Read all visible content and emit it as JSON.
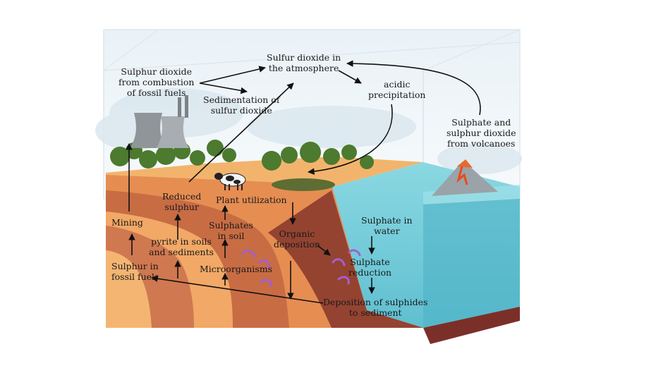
{
  "labels": {
    "sulfur_dioxide_atmosphere": "Sulfur dioxide in\nthe atmosphere",
    "combustion": "Sulphur dioxide\nfrom combustion\nof fossil fuels",
    "sedimentation": "Sedimentation of\nsulfur dioxide",
    "acidic_precipitation": "acidic\nprecipitation",
    "volcanoes": "Sulphate and\nsulphur dioxide\nfrom volcanoes",
    "reduced_sulphur": "Reduced\nsulphur",
    "plant_utilization": "Plant utilization",
    "mining": "Mining",
    "sulphates_in_soil": "Sulphates\nin soil",
    "organic_deposition": "Organic\ndeposition",
    "sulphate_in_water": "Sulphate in\nwater",
    "pyrite": "pyrite in soils\nand sediments",
    "microorganisms": "Microorganisms",
    "sulphur_fossil_fuels": "Sulphur in\nfossil fuels",
    "sulphate_reduction": "Sulphate\nreduction",
    "deposition_sulphides": "Deposition of sulphides\nto sediment"
  },
  "colors": {
    "water": "#7fd0dc",
    "soil_top": "#f0a65e",
    "soil_layer": "#c0704a",
    "soil_dark": "#8a3c30",
    "grass": "#4f7a2c",
    "microbe": "#a25fd0"
  }
}
